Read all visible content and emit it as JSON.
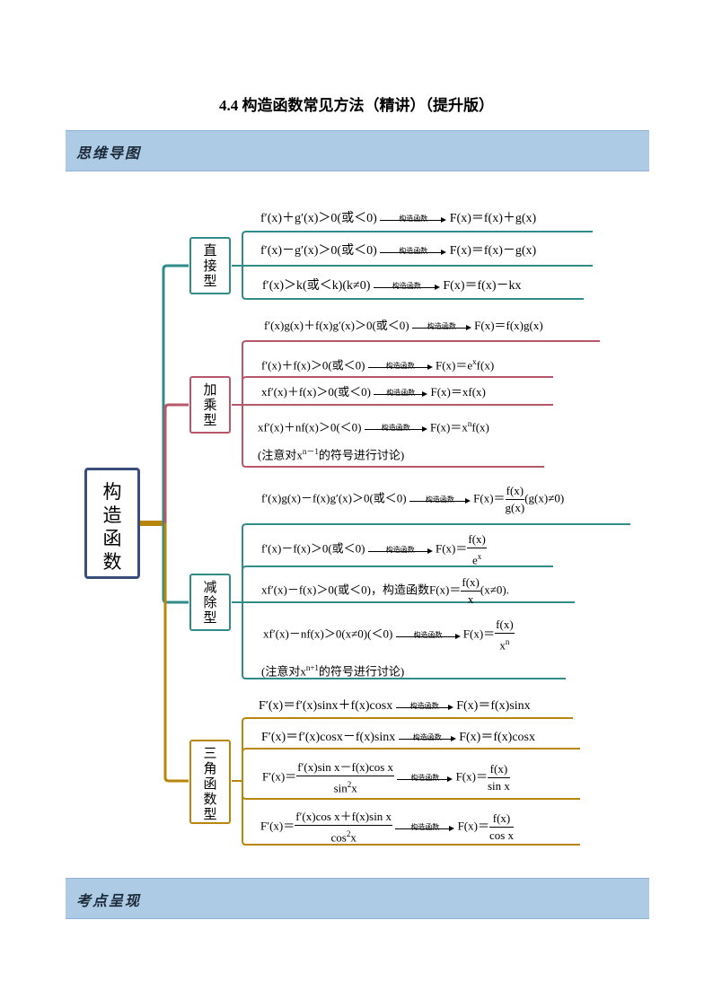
{
  "title": "4.4  构造函数常见方法（精讲）（提升版）",
  "banner_top": "思维导图",
  "banner_bottom": "考点呈现",
  "root_label": "构造函数",
  "arrow_label": "构造函数",
  "categories": [
    {
      "label": "直接型",
      "color": "#2f8c88"
    },
    {
      "label": "加乘型",
      "color": "#b8566a"
    },
    {
      "label": "减除型",
      "color": "#2f8c88"
    },
    {
      "label": "三角函数型",
      "color": "#b8860b"
    }
  ],
  "formulas": {
    "d1": {
      "lhs": "f′(x)＋g′(x)＞0(或＜0)",
      "rhs": "F(x)＝f(x)＋g(x)"
    },
    "d2": {
      "lhs": "f′(x)－g′(x)＞0(或＜0)",
      "rhs": "F(x)＝f(x)－g(x)"
    },
    "d3": {
      "lhs": "f′(x)＞k(或＜k)(k≠0)",
      "rhs": "F(x)＝f(x)－kx"
    },
    "m0": {
      "lhs": "f′(x)g(x)＋f(x)g′(x)＞0(或＜0)",
      "rhs": "F(x)＝f(x)g(x)"
    },
    "m1": {
      "lhs": "f′(x)＋f(x)＞0(或＜0)",
      "rhs": "F(x)＝e",
      "sup": "x",
      "rhs2": "f(x)"
    },
    "m2": {
      "lhs": "xf′(x)＋f(x)＞0(或＜0)",
      "rhs": "F(x)＝xf(x)"
    },
    "m3": {
      "lhs": "xf′(x)＋nf(x)＞0(＜0)",
      "rhs": "F(x)＝x",
      "sup": "n",
      "rhs2": "f(x)"
    },
    "m4": {
      "pre": "(注意对x",
      "sup": "n－1",
      "post": "的符号进行讨论)"
    },
    "s0": {
      "lhs": "f′(x)g(x)－f(x)g′(x)＞0(或＜0)",
      "rhs": "F(x)＝",
      "num": "f(x)",
      "den": "g(x)",
      "tail": "(g(x)≠0)"
    },
    "s1": {
      "lhs": "f′(x)－f(x)＞0(或＜0)",
      "rhs": "F(x)＝",
      "num": "f(x)",
      "den": "e",
      "den_sup": "x"
    },
    "s2": {
      "lhs": "xf′(x)－f(x)＞0(或＜0)，构造函数F(x)＝",
      "num": "f(x)",
      "den": "x",
      "tail": "(x≠0)."
    },
    "s3": {
      "lhs": "xf′(x)－nf(x)＞0(x≠0)(＜0)",
      "rhs": "F(x)＝",
      "num": "f(x)",
      "den": "x",
      "den_sup": "n"
    },
    "s4": {
      "pre": "(注意对x",
      "sup": "n+1",
      "post": "的符号进行讨论)"
    },
    "t1": {
      "lhs": "F′(x)＝f′(x)sinx＋f(x)cosx",
      "rhs": "F(x)＝f(x)sinx"
    },
    "t2": {
      "lhs": "F′(x)＝f′(x)cosx－f(x)sinx",
      "rhs": "F(x)＝f(x)cosx"
    },
    "t3": {
      "lhs": "F′(x)＝",
      "lnum": "f′(x)sin x－f(x)cos x",
      "lden": "sin",
      "lden_sup": "2",
      "lden2": "x",
      "rhs": "F(x)＝",
      "num": "f(x)",
      "den": "sin x"
    },
    "t4": {
      "lhs": "F′(x)＝",
      "lnum": "f′(x)cos x＋f(x)sin x",
      "lden": "cos",
      "lden_sup": "2",
      "lden2": "x",
      "rhs": "F(x)＝",
      "num": "f(x)",
      "den": "cos x"
    }
  }
}
